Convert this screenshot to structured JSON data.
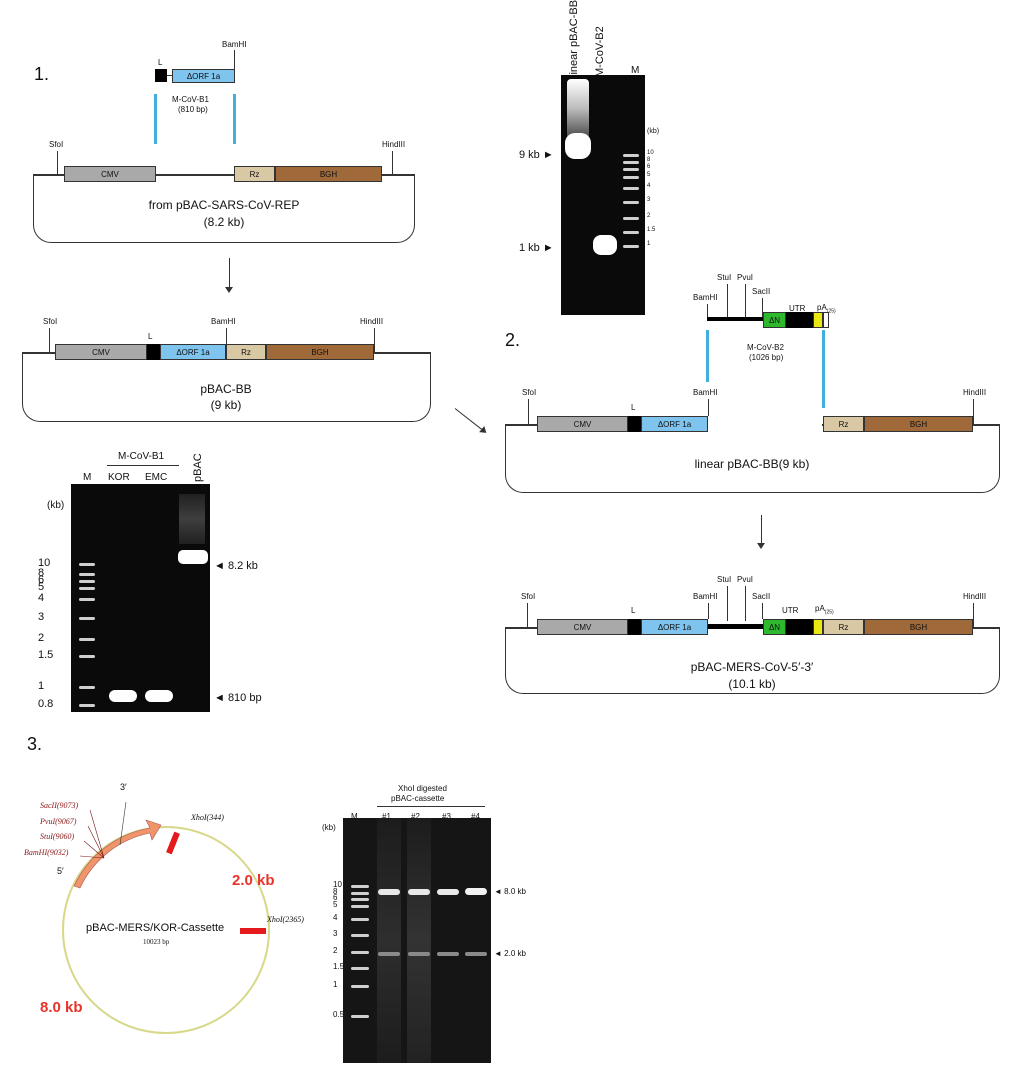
{
  "panel1": {
    "step_label": "1.",
    "insert": {
      "l_label": "L",
      "orf_label": "ΔORF 1a",
      "bamhi_label": "BamHI",
      "name": "M-CoV-B1",
      "size": "(810 bp)"
    },
    "vector": {
      "sfol_label": "SfoI",
      "hindiii_label": "HindIII",
      "cmv_label": "CMV",
      "rz_label": "Rz",
      "bgh_label": "BGH",
      "title": "from pBAC-SARS-CoV-REP",
      "size": "(8.2 kb)"
    },
    "result": {
      "sfol_label": "SfoI",
      "bamhi_label": "BamHI",
      "hindiii_label": "HindIII",
      "l_label": "L",
      "cmv_label": "CMV",
      "orf_label": "ΔORF 1a",
      "rz_label": "Rz",
      "bgh_label": "BGH",
      "title": "pBAC-BB",
      "size": "(9 kb)"
    },
    "gel": {
      "group_label": "M-CoV-B1",
      "lane_labels": [
        "M",
        "KOR",
        "EMC",
        "pBAC"
      ],
      "unit": "(kb)",
      "ticks": [
        "10",
        "8",
        "6",
        "5",
        "4",
        "3",
        "2",
        "1.5",
        "1",
        "0.8"
      ],
      "marker_top": "◄ 8.2 kb",
      "marker_bottom": "◄ 810 bp"
    }
  },
  "gel_top": {
    "lane_labels": [
      "linear pBAC-BB",
      "M-CoV-B2",
      "M"
    ],
    "unit": "(kb)",
    "ticks": [
      "10",
      "8",
      "6",
      "5",
      "4",
      "3",
      "2",
      "1.5",
      "1"
    ],
    "marker_9kb": "9 kb ►",
    "marker_1kb": "1 kb ►"
  },
  "panel2": {
    "step_label": "2.",
    "insert": {
      "bamhi_label": "BamHI",
      "stui_label": "StuI",
      "pvui_label": "PvuI",
      "sacii_label": "SacII",
      "dn_label": "ΔN",
      "utr_label": "UTR",
      "pa_label": "pA",
      "pa_sub": "(25)",
      "name": "M-CoV-B2",
      "size": "(1026 bp)"
    },
    "linear": {
      "sfol_label": "SfoI",
      "l_label": "L",
      "bamhi_label": "BamHI",
      "hindiii_label": "HindIII",
      "cmv_label": "CMV",
      "orf_label": "ΔORF 1a",
      "rz_label": "Rz",
      "bgh_label": "BGH",
      "title": "linear pBAC-BB(9 kb)"
    },
    "final": {
      "sfol_label": "SfoI",
      "l_label": "L",
      "bamhi_label": "BamHI",
      "stui_label": "StuI",
      "pvui_label": "PvuI",
      "sacii_label": "SacII",
      "utr_label": "UTR",
      "pa_label": "pA",
      "pa_sub": "(25)",
      "hindiii_label": "HindIII",
      "cmv_label": "CMV",
      "orf_label": "ΔORF 1a",
      "dn_label": "ΔN",
      "rz_label": "Rz",
      "bgh_label": "BGH",
      "title": "pBAC-MERS-CoV-5′-3′",
      "size": "(10.1 kb)"
    }
  },
  "panel3": {
    "step_label": "3.",
    "map": {
      "sacii": "SacII(9073)",
      "pvui": "PvuI(9067)",
      "stui": "StuI(9060)",
      "bamhi": "BamHI(9032)",
      "xhoi_1": "XhoI(344)",
      "xhoi_2": "XhoI(2365)",
      "three_prime": "3′",
      "five_prime": "5′",
      "fragment_small": "2.0 kb",
      "fragment_large": "8.0 kb",
      "name": "pBAC-MERS/KOR-Cassette",
      "length": "10023 bp"
    },
    "gel": {
      "title_line1": "XhoI digested",
      "title_line2": "pBAC-cassette",
      "lane_labels": [
        "M",
        "#1",
        "#2",
        "#3",
        "#4"
      ],
      "unit": "(kb)",
      "ticks": [
        "10",
        "8",
        "6",
        "5",
        "4",
        "3",
        "2",
        "1.5",
        "1",
        "0.5"
      ],
      "marker_top": "◄ 8.0 kb",
      "marker_bottom": "◄ 2.0 kb"
    }
  },
  "colors": {
    "cmv": "#a9a9a9",
    "orf": "#7fc4ef",
    "rz": "#d8c8a4",
    "bgh": "#a0693a",
    "delta_n": "#2eb82e",
    "poly_a": "#e8e812",
    "junction_line": "#3fb0d9",
    "insert_arrow": "#f0956a",
    "xhoi_mark": "#e41a1c",
    "fragment_label": "#e8332a",
    "map_circle": "#d8d88a"
  }
}
